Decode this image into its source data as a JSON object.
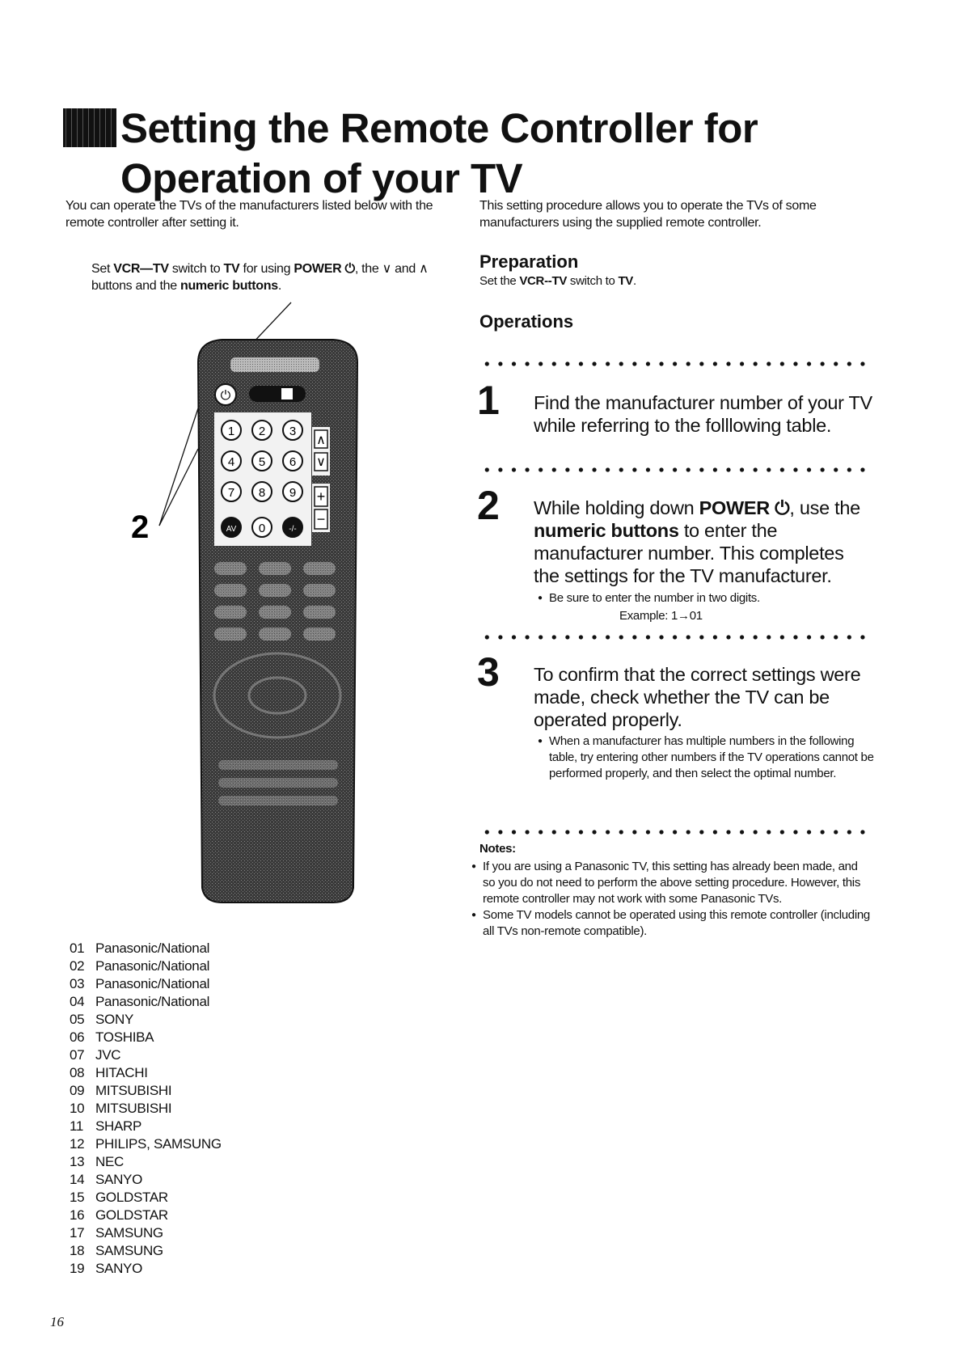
{
  "title": {
    "line1": "Setting the Remote Controller for",
    "line2": "Operation of your TV"
  },
  "intro_left": "You can operate the TVs of the manufacturers listed below with the remote controller after setting it.",
  "intro_right": "This setting procedure allows you to operate the TVs of some manufacturers using the supplied remote controller.",
  "set_note": {
    "pre": "Set ",
    "switch": "VCR—TV",
    "mid1": " switch to ",
    "tv": "TV",
    "mid2": " for using ",
    "power": "POWER ⏻",
    "mid3": ", the ∨ and ∧ buttons and the ",
    "numeric": "numeric buttons",
    "end": "."
  },
  "callout_label": "2",
  "remote": {
    "power_symbol": "⏻",
    "keys": [
      "1",
      "2",
      "3",
      "4",
      "5",
      "6",
      "7",
      "8",
      "9",
      "AV",
      "0",
      "-/-"
    ],
    "up_symbol": "∧",
    "down_symbol": "∨",
    "plus_symbol": "+",
    "minus_symbol": "−"
  },
  "preparation": {
    "heading": "Preparation",
    "pre": "Set the ",
    "switch": "VCR--TV",
    "mid": " switch to ",
    "tv": "TV",
    "end": "."
  },
  "operations_heading": "Operations",
  "steps": [
    {
      "num": "1",
      "text": "Find the manufacturer number of your TV while referring to the folllowing table."
    },
    {
      "num": "2",
      "pre": "While holding down ",
      "power": "POWER ⏻",
      "mid": ", use the ",
      "numeric": "numeric buttons",
      "end": " to enter the manufacturer number. This completes the settings for the TV manufacturer.",
      "bullet": "Be sure to enter the number in two digits.",
      "example": "Example: 1→01"
    },
    {
      "num": "3",
      "text": "To confirm that the correct settings were made, check whether the TV can be operated properly.",
      "bullet": "When a manufacturer has multiple numbers in the following table, try entering other numbers if the TV operations cannot be performed properly, and then select the optimal number."
    }
  ],
  "notes": {
    "heading": "Notes:",
    "items": [
      "If you are using a Panasonic TV, this setting has already been made, and so you do not need to perform the above setting procedure. However, this remote controller may not work with some Panasonic TVs.",
      "Some TV models cannot be operated using this remote controller (including all TVs non-remote compatible)."
    ]
  },
  "manufacturers": [
    {
      "num": "01",
      "name": "Panasonic/National"
    },
    {
      "num": "02",
      "name": "Panasonic/National"
    },
    {
      "num": "03",
      "name": "Panasonic/National"
    },
    {
      "num": "04",
      "name": "Panasonic/National"
    },
    {
      "num": "05",
      "name": "SONY"
    },
    {
      "num": "06",
      "name": "TOSHIBA"
    },
    {
      "num": "07",
      "name": "JVC"
    },
    {
      "num": "08",
      "name": "HITACHI"
    },
    {
      "num": "09",
      "name": "MITSUBISHI"
    },
    {
      "num": "10",
      "name": "MITSUBISHI"
    },
    {
      "num": "11",
      "name": "SHARP"
    },
    {
      "num": "12",
      "name": "PHILIPS, SAMSUNG"
    },
    {
      "num": "13",
      "name": "NEC"
    },
    {
      "num": "14",
      "name": "SANYO"
    },
    {
      "num": "15",
      "name": "GOLDSTAR"
    },
    {
      "num": "16",
      "name": "GOLDSTAR"
    },
    {
      "num": "17",
      "name": "SAMSUNG"
    },
    {
      "num": "18",
      "name": "SAMSUNG"
    },
    {
      "num": "19",
      "name": "SANYO"
    }
  ],
  "page_number": "16"
}
